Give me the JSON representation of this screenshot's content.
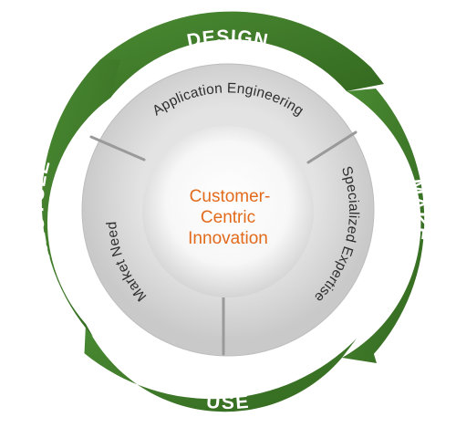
{
  "diagram": {
    "center": {
      "lines": [
        "Customer-",
        "Centric",
        "Innovation"
      ]
    },
    "segments": [
      {
        "label": "Application Engineering"
      },
      {
        "label": "Specialized Expertise"
      },
      {
        "label": "Market Need"
      }
    ],
    "cycle_stages": [
      {
        "label": "DESIGN"
      },
      {
        "label": "MAKE"
      },
      {
        "label": "USE"
      },
      {
        "label": "RECYCLE"
      }
    ],
    "colors": {
      "ring_green": "#3f7a2a",
      "ring_green_dark": "#2f6420",
      "segment_gray": "#d9d9d9",
      "center_white": "#ffffff",
      "center_text": "#e26a1b",
      "segment_text": "#2e2e2e"
    }
  }
}
